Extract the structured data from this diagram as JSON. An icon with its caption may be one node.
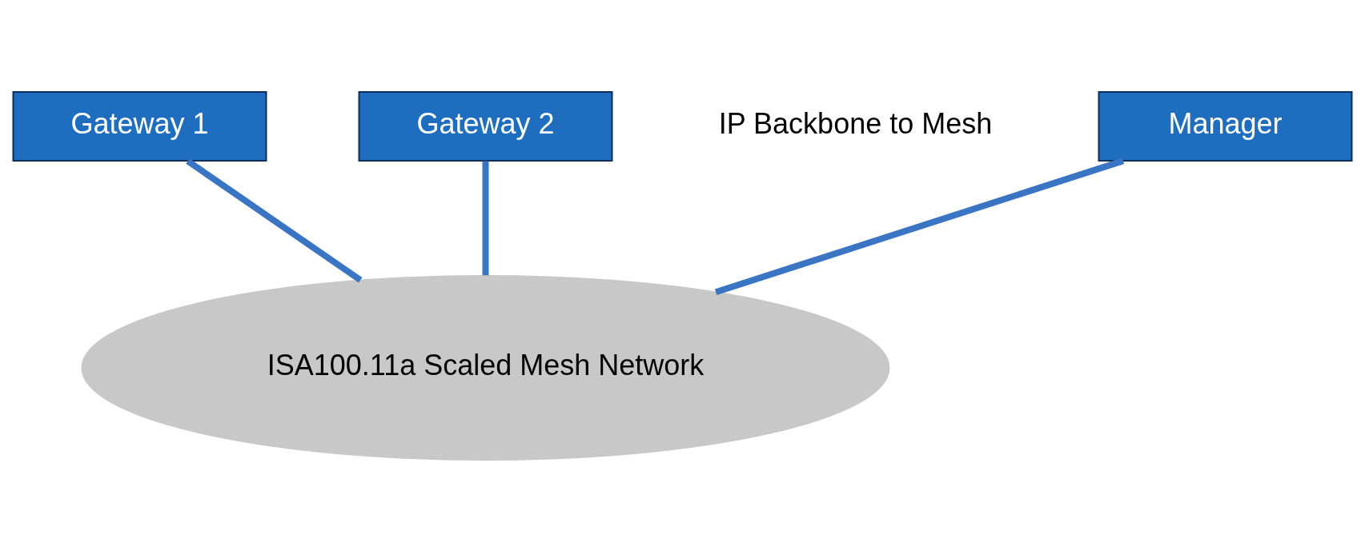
{
  "diagram": {
    "nodes": [
      {
        "text": [
          "Manager"
        ]
      },
      {
        "text": [
          "Gateway 1"
        ]
      },
      {
        "text": [
          "Gateway 2"
        ]
      },
      {
        "text": [
          "ISA100.11a Scaled Mesh Network"
        ]
      }
    ],
    "edges": [
      {
        "from": 0,
        "to": 3,
        "arrow": "none"
      },
      {
        "from": 1,
        "to": 3,
        "arrow": "none"
      },
      {
        "from": 2,
        "to": 3,
        "arrow": "none"
      }
    ],
    "labels": [
      "IP Backbone to Mesh"
    ]
  }
}
